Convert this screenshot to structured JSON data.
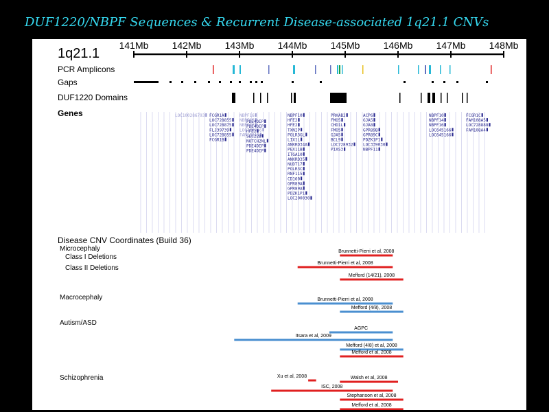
{
  "slide_title": "DUF1220/NBPF Sequences & Recurrent Disease-associated 1q21.1 CNVs",
  "region_label": "1q21.1",
  "scale_ticks": [
    "141Mb",
    "142Mb",
    "143Mb",
    "144Mb",
    "145Mb",
    "146Mb",
    "147Mb",
    "148Mb"
  ],
  "tracks": {
    "pcr": "PCR Amplicons",
    "gaps": "Gaps",
    "duf": "DUF1220 Domains",
    "genes": "Genes"
  },
  "cnv_section_title": "Disease CNV  Coordinates (Build 36)",
  "diseases": {
    "microcephaly": "Microcephaly",
    "class1": "Class I Deletions",
    "class2": "Class II Deletions",
    "macrocephaly": "Macrocephaly",
    "autism": "Autism/ASD",
    "schizophrenia": "Schizophrenia"
  },
  "colors": {
    "deletion": "#e02020",
    "duplication": "#4a8fd0",
    "gene": "#2a2a90",
    "gene_muted": "#9a9ad0",
    "title": "#35d9f0"
  },
  "cnv_bars": [
    {
      "label": "Brunnetti-Pierri et al, 2008",
      "start_mb": 144.9,
      "end_mb": 145.9,
      "type": "deletion"
    },
    {
      "label": "Brunnetti-Pierri et al, 2008",
      "start_mb": 144.1,
      "end_mb": 145.9,
      "type": "deletion"
    },
    {
      "label": "Mefford (14/21), 2008",
      "start_mb": 144.9,
      "end_mb": 146.1,
      "type": "deletion"
    },
    {
      "label": "Brunnetti-Pierri et al, 2008",
      "start_mb": 144.1,
      "end_mb": 145.9,
      "type": "duplication"
    },
    {
      "label": "Mefford (4/8), 2008",
      "start_mb": 144.9,
      "end_mb": 146.1,
      "type": "duplication"
    },
    {
      "label": "AGPC",
      "start_mb": 144.7,
      "end_mb": 145.9,
      "type": "duplication"
    },
    {
      "label": "Itsara et al, 2009",
      "start_mb": 142.9,
      "end_mb": 145.9,
      "type": "duplication"
    },
    {
      "label": "Mefford (4/8) et al, 2008",
      "start_mb": 144.9,
      "end_mb": 146.1,
      "type": "duplication"
    },
    {
      "label": "Mefford et al, 2008",
      "start_mb": 144.9,
      "end_mb": 146.1,
      "type": "deletion"
    },
    {
      "label": "Xu et al, 2008",
      "start_mb": 144.3,
      "end_mb": 144.45,
      "type": "deletion"
    },
    {
      "label": "Walsh et al, 2008",
      "start_mb": 144.9,
      "end_mb": 146.0,
      "type": "deletion"
    },
    {
      "label": "ISC, 2008",
      "start_mb": 143.6,
      "end_mb": 145.9,
      "type": "deletion"
    },
    {
      "label": "Stephanson et al, 2008",
      "start_mb": 144.9,
      "end_mb": 146.1,
      "type": "deletion"
    },
    {
      "label": "Mefford et al, 2008",
      "start_mb": 144.9,
      "end_mb": 146.1,
      "type": "deletion"
    }
  ],
  "gene_columns": [
    {
      "muted": true,
      "names": [
        "LOC100286793"
      ]
    },
    {
      "muted": false,
      "names": [
        "FCGR1A",
        "LOC728855",
        "LOC728875",
        "FLJ39739",
        "LOC728855",
        "FCGR1B"
      ]
    },
    {
      "muted": true,
      "names": [
        "NBPF16",
        "NBPF15",
        "NBPF12",
        "LOC728856",
        "FAM108A3"
      ]
    },
    {
      "muted": false,
      "names": [
        "PDE4DIP",
        "PDE4DIP",
        "HFE2",
        "SEC22B",
        "NOTCH2NL",
        "PDE4DIP",
        "PDE4DIP"
      ]
    },
    {
      "muted": false,
      "names": [
        "NBPF10",
        "HFE2",
        "HFE2",
        "TXNIP",
        "POLR3GL",
        "LIX1L",
        "ANKRD34A",
        "PEX11B",
        "ITGA10",
        "ANKRD35",
        "NUDT17",
        "POLR3C",
        "RNF115",
        "CD160",
        "GPR89A",
        "GPR89A",
        "PDZK1P1",
        "LOC200030"
      ]
    },
    {
      "muted": false,
      "names": [
        "PRKAB2",
        "FMO5",
        "CHD1L",
        "FMO5",
        "GJA5",
        "BCL9",
        "LOC728932",
        "PIAS3"
      ]
    },
    {
      "muted": false,
      "names": [
        "ACP6",
        "GJA5",
        "GJA8",
        "GPR89B",
        "GPR89C",
        "PDZK1P1",
        "LOC339030",
        "NBPF11"
      ]
    },
    {
      "muted": false,
      "names": [
        "NBPF10",
        "NBPF14",
        "NBPF16",
        "LOC645166",
        "LOC645166"
      ]
    },
    {
      "muted": false,
      "names": [
        "FCGR1C",
        "FAM108A5",
        "LOC728888",
        "FAM108A4"
      ]
    }
  ]
}
